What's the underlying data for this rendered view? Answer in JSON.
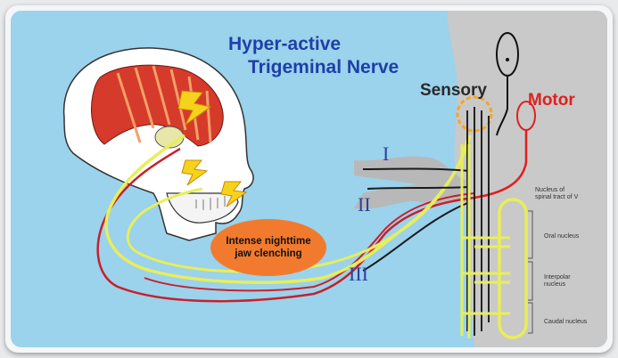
{
  "title": {
    "line1": "Hyper-active",
    "line2": "Trigeminal Nerve"
  },
  "labels": {
    "sensory": "Sensory",
    "motor": "Motor",
    "branch_1": "I",
    "branch_2": "II",
    "branch_3": "III",
    "jaw_clenching_line1": "Intense nighttime",
    "jaw_clenching_line2": "jaw clenching"
  },
  "nuclei": {
    "spinal_tract": "Nucleus of spinal tract of V",
    "oral": "Oral nucleus",
    "interpolar": "Interpolar nucleus",
    "caudal": "Caudal nucleus"
  },
  "colors": {
    "background": "#9bd2ec",
    "title": "#1f3fa8",
    "motor": "#e02020",
    "sensory_path": "#e8ee5a",
    "motor_path": "#c8202a",
    "clench_oval": "#f27a2e",
    "brainstem": "#c9c9c9"
  }
}
